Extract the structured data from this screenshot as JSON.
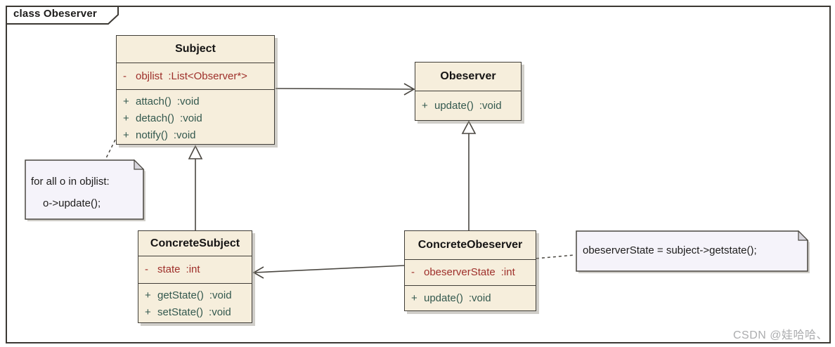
{
  "frame": {
    "title": "class Obeserver"
  },
  "classes": {
    "subject": {
      "name": "Subject",
      "attributes": [
        {
          "vis": "-",
          "name": "objlist",
          "type": ":List<Observer*>"
        }
      ],
      "methods": [
        {
          "vis": "+",
          "name": "attach()",
          "type": ":void"
        },
        {
          "vis": "+",
          "name": "detach()",
          "type": ":void"
        },
        {
          "vis": "+",
          "name": "notify()",
          "type": ":void"
        }
      ]
    },
    "obeserver": {
      "name": "Obeserver",
      "methods": [
        {
          "vis": "+",
          "name": "update()",
          "type": ":void"
        }
      ]
    },
    "concrete_subject": {
      "name": "ConcreteSubject",
      "attributes": [
        {
          "vis": "-",
          "name": "state",
          "type": ":int"
        }
      ],
      "methods": [
        {
          "vis": "+",
          "name": "getState()",
          "type": ":void"
        },
        {
          "vis": "+",
          "name": "setState()",
          "type": ":void"
        }
      ]
    },
    "concrete_obeserver": {
      "name": "ConcreteObeserver",
      "attributes": [
        {
          "vis": "-",
          "name": "obeserverState",
          "type": ":int"
        }
      ],
      "methods": [
        {
          "vis": "+",
          "name": "update()",
          "type": ":void"
        }
      ]
    }
  },
  "notes": {
    "objlist_note": {
      "lines": [
        "for all o in objlist:",
        "o->update();"
      ]
    },
    "state_note": {
      "text": "obeserverState = subject->getstate();"
    }
  },
  "connections": [
    {
      "type": "association",
      "from": "Subject",
      "to": "Obeserver",
      "arrow": "open"
    },
    {
      "type": "generalization",
      "from": "ConcreteSubject",
      "to": "Subject",
      "arrow": "hollow-triangle"
    },
    {
      "type": "generalization",
      "from": "ConcreteObeserver",
      "to": "Obeserver",
      "arrow": "hollow-triangle"
    },
    {
      "type": "association",
      "from": "ConcreteObeserver",
      "to": "ConcreteSubject",
      "arrow": "open"
    },
    {
      "type": "note-link",
      "from": "objlist_note",
      "to": "Subject",
      "style": "dashed"
    },
    {
      "type": "note-link",
      "from": "state_note",
      "to": "ConcreteObeserver",
      "style": "dashed"
    }
  ],
  "colors": {
    "class_fill": "#f6eedc",
    "class_border": "#403d37",
    "attribute_text": "#9e2f2a",
    "method_text": "#33584e",
    "note_fill": "#f5f3fa",
    "frame_border": "#3b3833",
    "watermark_text": "#acadaf"
  },
  "watermark": {
    "text": "CSDN @娃哈哈、"
  }
}
